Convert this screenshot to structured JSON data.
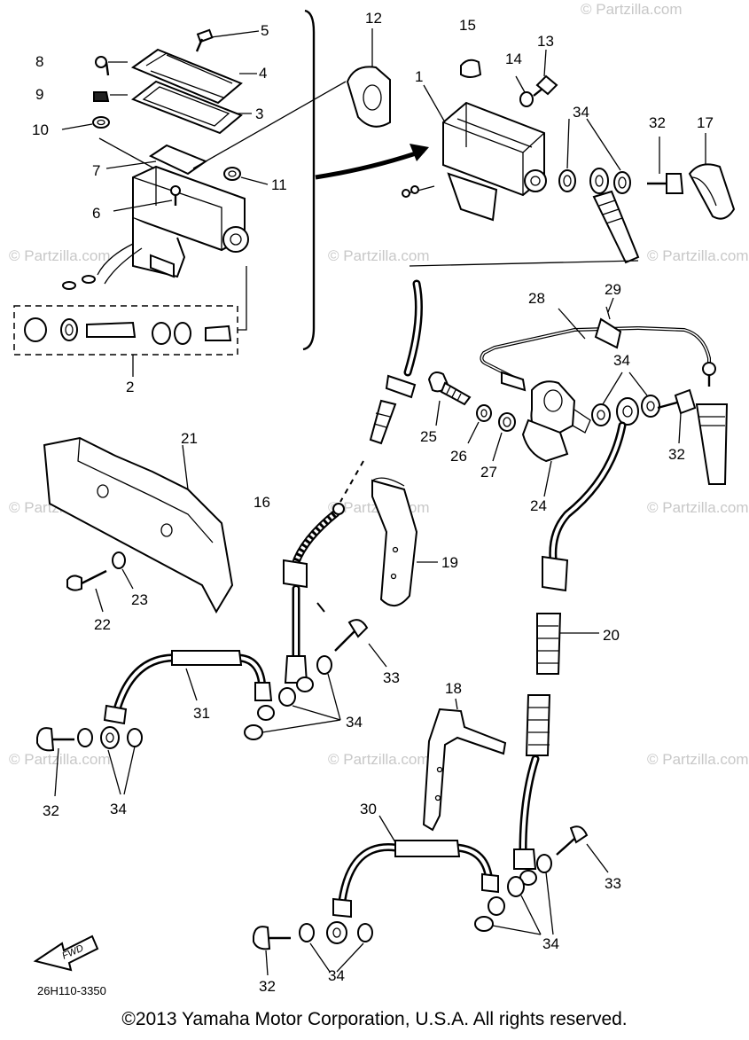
{
  "diagram": {
    "part_numbers": {
      "p1": "1",
      "p2": "2",
      "p3": "3",
      "p4": "4",
      "p5": "5",
      "p6": "6",
      "p7": "7",
      "p8": "8",
      "p9": "9",
      "p10": "10",
      "p11": "11",
      "p12": "12",
      "p13": "13",
      "p14": "14",
      "p15": "15",
      "p16": "16",
      "p17": "17",
      "p18": "18",
      "p19": "19",
      "p20": "20",
      "p21": "21",
      "p22": "22",
      "p23": "23",
      "p24": "24",
      "p25": "25",
      "p26": "26",
      "p27": "27",
      "p28": "28",
      "p29": "29",
      "p30": "30",
      "p31": "31",
      "p32": "32",
      "p33": "33",
      "p34": "34"
    },
    "fwd_label": "FWD",
    "drawing_code": "26H110-3350",
    "watermark": "© Partzilla.com",
    "copyright": "©2013 Yamaha Motor Corporation, U.S.A. All rights reserved."
  }
}
